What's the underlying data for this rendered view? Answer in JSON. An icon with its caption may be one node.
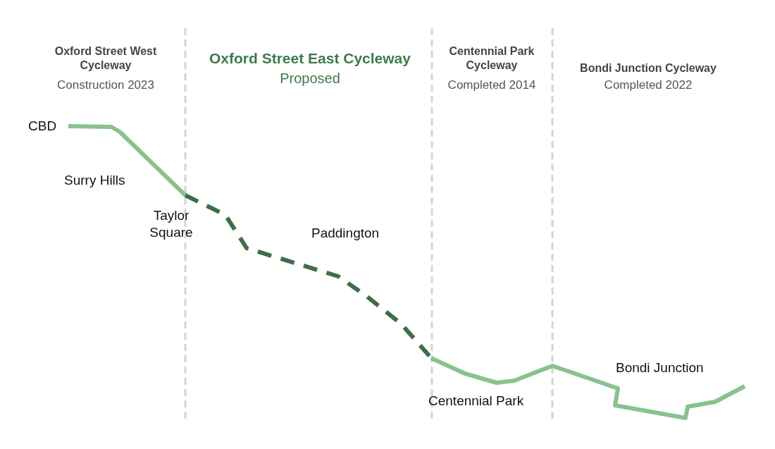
{
  "diagram": {
    "labels": [
      "Oxford Street West Cycleway",
      "Construction 2023",
      "Oxford Street East Cycleway",
      "Proposed",
      "Centennial Park Cycleway",
      "Completed 2014",
      "Bondi Junction Cycleway",
      "Completed 2022",
      "CBD",
      "Surry Hills",
      "Taylor Square",
      "Paddington",
      "Centennial Park",
      "Bondi Junction"
    ]
  }
}
